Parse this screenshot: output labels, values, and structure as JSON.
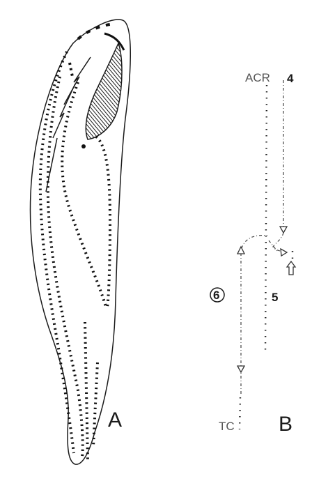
{
  "figure": {
    "panel_a_label": "A",
    "panel_b_label": "B",
    "label_acr": "ACR",
    "label_tc": "TC",
    "label_4": "4",
    "label_5": "5",
    "label_6": "6"
  }
}
